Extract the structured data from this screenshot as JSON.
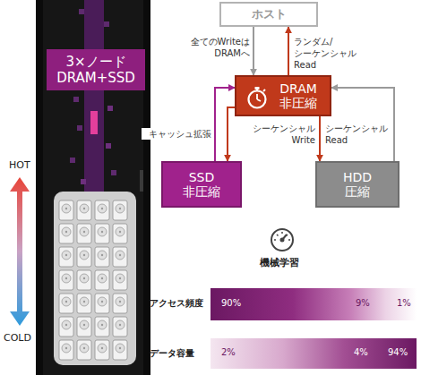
{
  "diagram": {
    "nodes": [
      {
        "text": [
          "ホスト"
        ]
      },
      {
        "text": [
          "3×ノード DRAM+SSD"
        ]
      },
      {
        "text": [
          "DRAM 非圧縮"
        ]
      },
      {
        "text": [
          "SSD 非圧縮"
        ]
      },
      {
        "text": [
          "HDD 圧縮"
        ]
      },
      {
        "text": [
          "アクセス頻度",
          "90%",
          "9%",
          "1%"
        ]
      },
      {
        "text": [
          "データ容量",
          "2%",
          "4%",
          "94%"
        ]
      }
    ],
    "edges": [
      {
        "from": 0,
        "to": 2,
        "arrow": "to",
        "label": "全てのWriteは DRAMへ"
      },
      {
        "from": 2,
        "to": 0,
        "arrow": "to",
        "label": "ランダム/シーケンシャル Read"
      },
      {
        "from": 2,
        "to": 3,
        "arrow": "to",
        "label": "キャッシュ拡張"
      },
      {
        "from": 3,
        "to": 2,
        "arrow": "to"
      },
      {
        "from": 2,
        "to": 4,
        "arrow": "to",
        "label": "シーケンシャル Write"
      },
      {
        "from": 4,
        "to": 2,
        "arrow": "to",
        "label": "シーケンシャル Read"
      }
    ],
    "labels": [
      "HOT",
      "COLD",
      "機械学習"
    ]
  }
}
